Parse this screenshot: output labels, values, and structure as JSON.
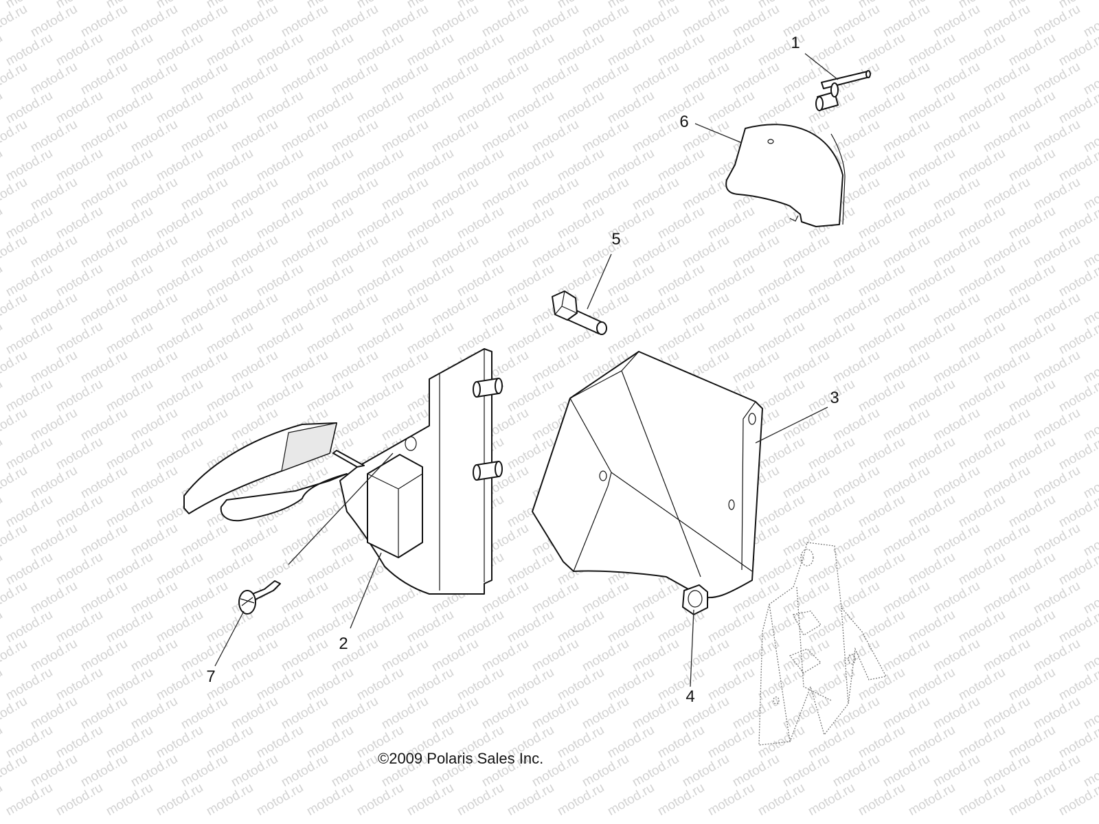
{
  "watermark": {
    "text": "motod.ru"
  },
  "copyright": "©2009 Polaris Sales Inc.",
  "callouts": [
    {
      "id": "c1",
      "label": "1"
    },
    {
      "id": "c2",
      "label": "2"
    },
    {
      "id": "c3",
      "label": "3"
    },
    {
      "id": "c4",
      "label": "4"
    },
    {
      "id": "c5",
      "label": "5"
    },
    {
      "id": "c6",
      "label": "6"
    },
    {
      "id": "c7",
      "label": "7"
    }
  ]
}
